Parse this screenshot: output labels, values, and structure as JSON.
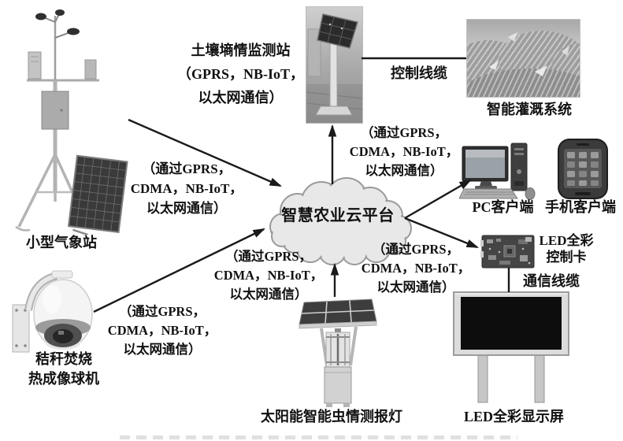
{
  "diagram": {
    "title_hint": "smart-agriculture-iot-architecture",
    "cloud": {
      "label": "智慧农业云平台",
      "fill": "#e8e8e8",
      "stroke": "#9a9a9a"
    },
    "nodes": {
      "weather_station": {
        "caption": "小型气象站"
      },
      "thermal_camera": {
        "caption_lines": [
          "秸秆焚烧",
          "热成像球机"
        ]
      },
      "soil_station": {
        "label_lines": [
          "土壤墒情监测站",
          "（GPRS，NB-IoT，",
          "以太网通信）"
        ]
      },
      "irrigation_system": {
        "caption": "智能灌溉系统"
      },
      "pc_client": {
        "caption": "PC客户端"
      },
      "mobile_client": {
        "caption": "手机客户端"
      },
      "led_control_card": {
        "caption_lines": [
          "LED全彩",
          "控制卡"
        ]
      },
      "led_display": {
        "caption": "LED全彩显示屏"
      },
      "insect_lamp": {
        "caption": "太阳能智能虫情测报灯"
      }
    },
    "cables": {
      "control_cable": "控制线缆",
      "comm_cable": "通信线缆"
    },
    "protocol_labels": [
      {
        "for": "weather-station-to-cloud",
        "lines": [
          "（通过GPRS，",
          "CDMA，NB-IoT，",
          "以太网通信）"
        ]
      },
      {
        "for": "cloud-to-soil-station",
        "lines": [
          "（通过GPRS，",
          "CDMA，NB-IoT，",
          "以太网通信）"
        ]
      },
      {
        "for": "camera-to-cloud",
        "lines": [
          "（通过GPRS，",
          "CDMA，NB-IoT，",
          "以太网通信）"
        ]
      },
      {
        "for": "insect-lamp-to-cloud",
        "lines": [
          "（通过GPRS，",
          "CDMA，NB-IoT，",
          "以太网通信）"
        ]
      },
      {
        "for": "cloud-to-led-card",
        "lines": [
          "（通过GPRS，",
          "CDMA，NB-IoT，",
          "以太网通信）"
        ]
      }
    ],
    "colors": {
      "arrow": "#1a1a1a",
      "text": "#111111",
      "background": "#ffffff"
    }
  }
}
